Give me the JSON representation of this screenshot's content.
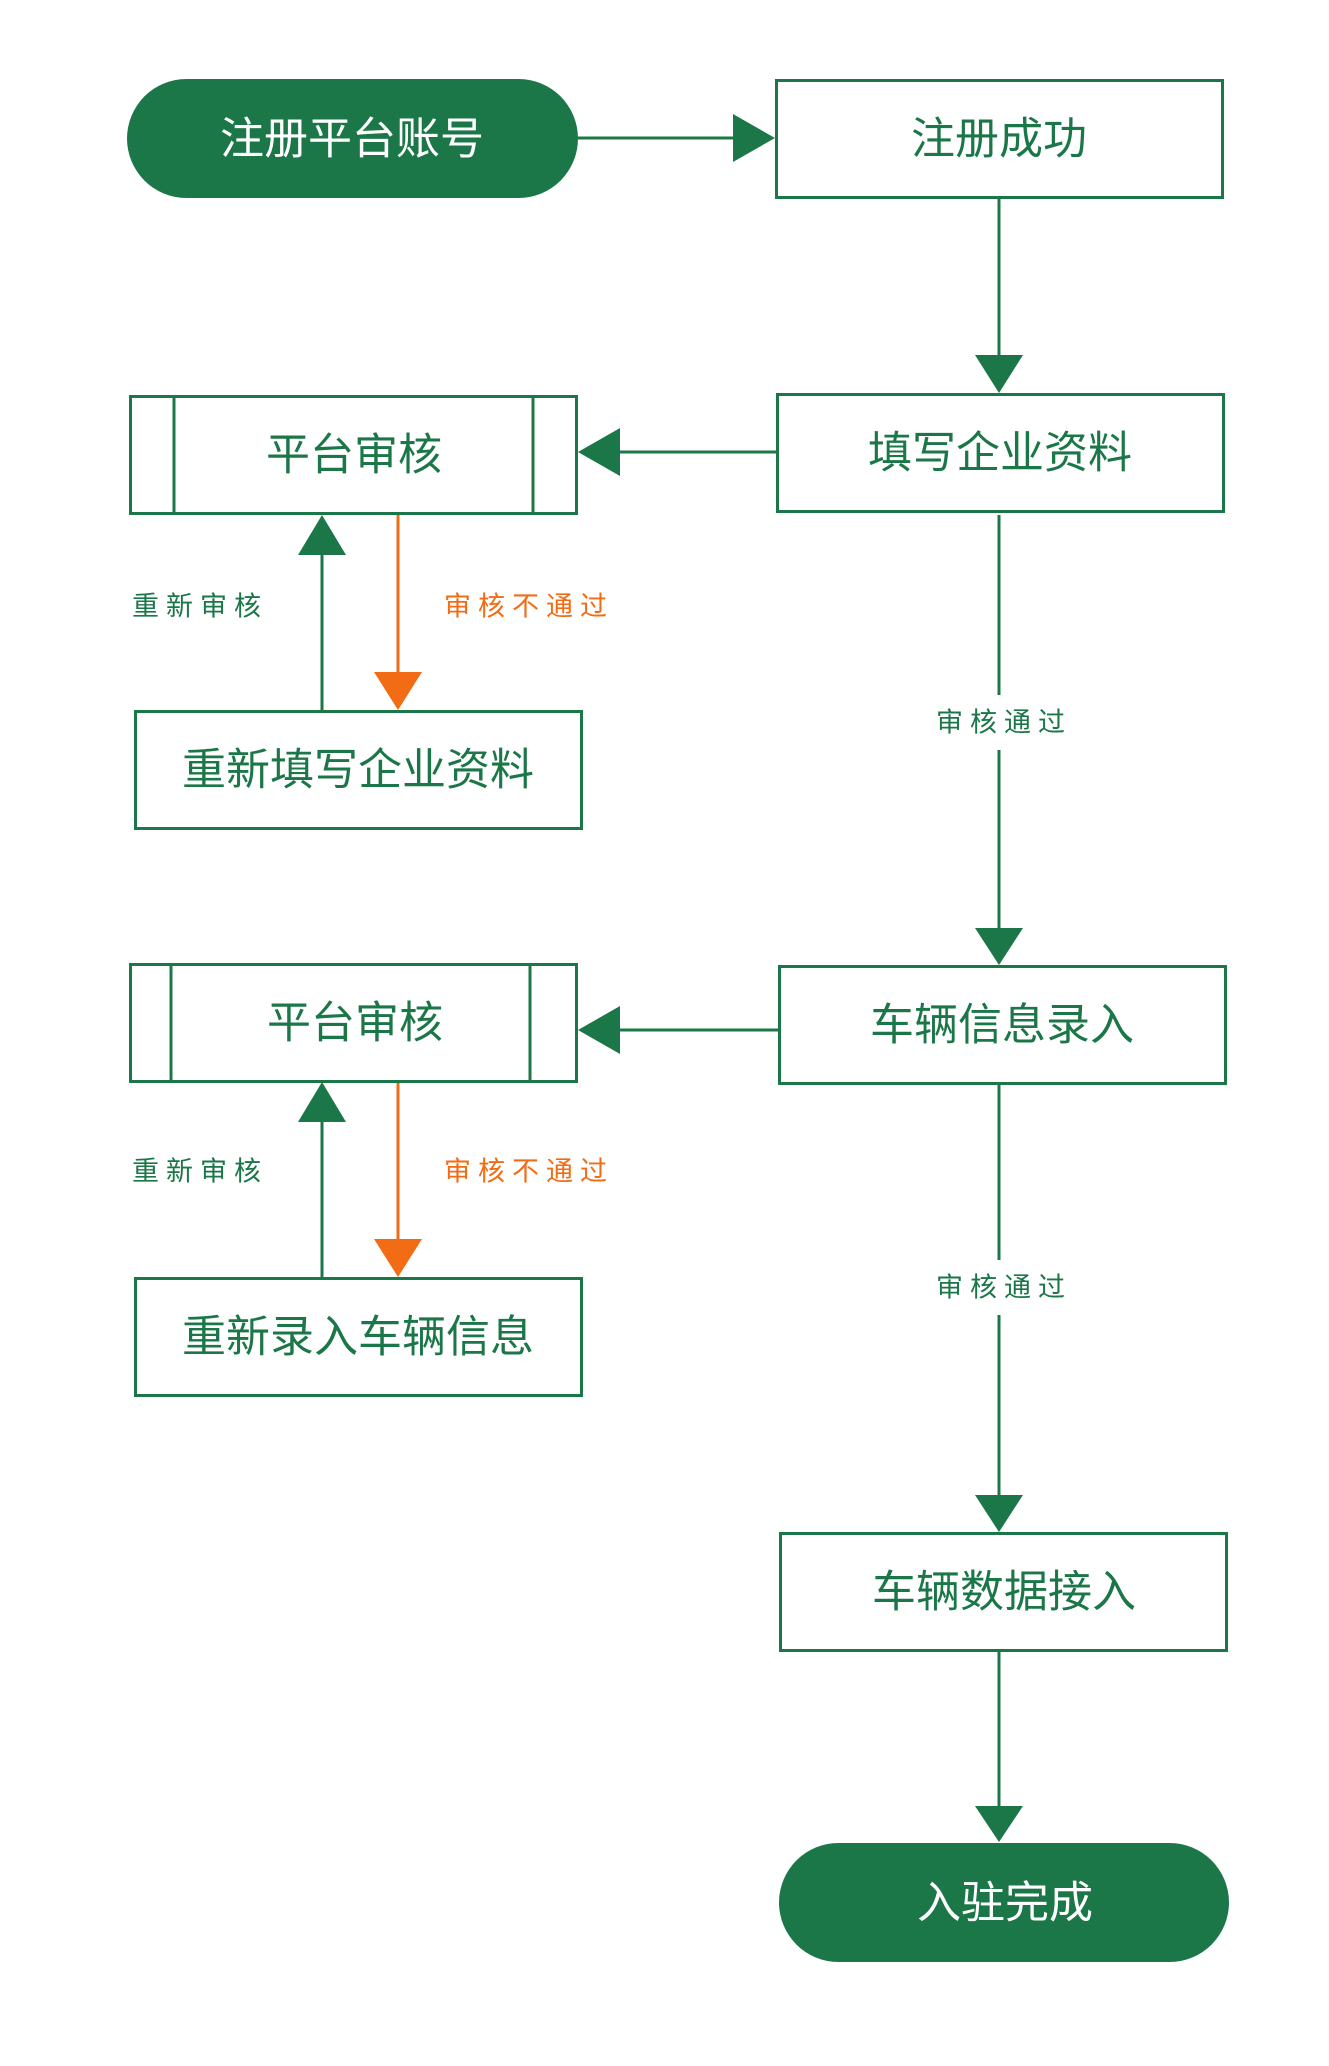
{
  "colors": {
    "primary": "#1c7748",
    "reject": "#f26c16",
    "terminal_text": "#ffffff",
    "background": "#ffffff"
  },
  "nodes": {
    "register_account": "注册平台账号",
    "register_success": "注册成功",
    "fill_company_info": "填写企业资料",
    "platform_review_1": "平台审核",
    "refill_company_info": "重新填写企业资料",
    "vehicle_info_entry": "车辆信息录入",
    "platform_review_2": "平台审核",
    "reenter_vehicle_info": "重新录入车辆信息",
    "vehicle_data_access": "车辆数据接入",
    "onboarding_complete": "入驻完成"
  },
  "labels": {
    "re_review_1": "重新审核",
    "review_rejected_1": "审核不通过",
    "review_passed_1": "审核通过",
    "re_review_2": "重新审核",
    "review_rejected_2": "审核不通过",
    "review_passed_2": "审核通过"
  }
}
